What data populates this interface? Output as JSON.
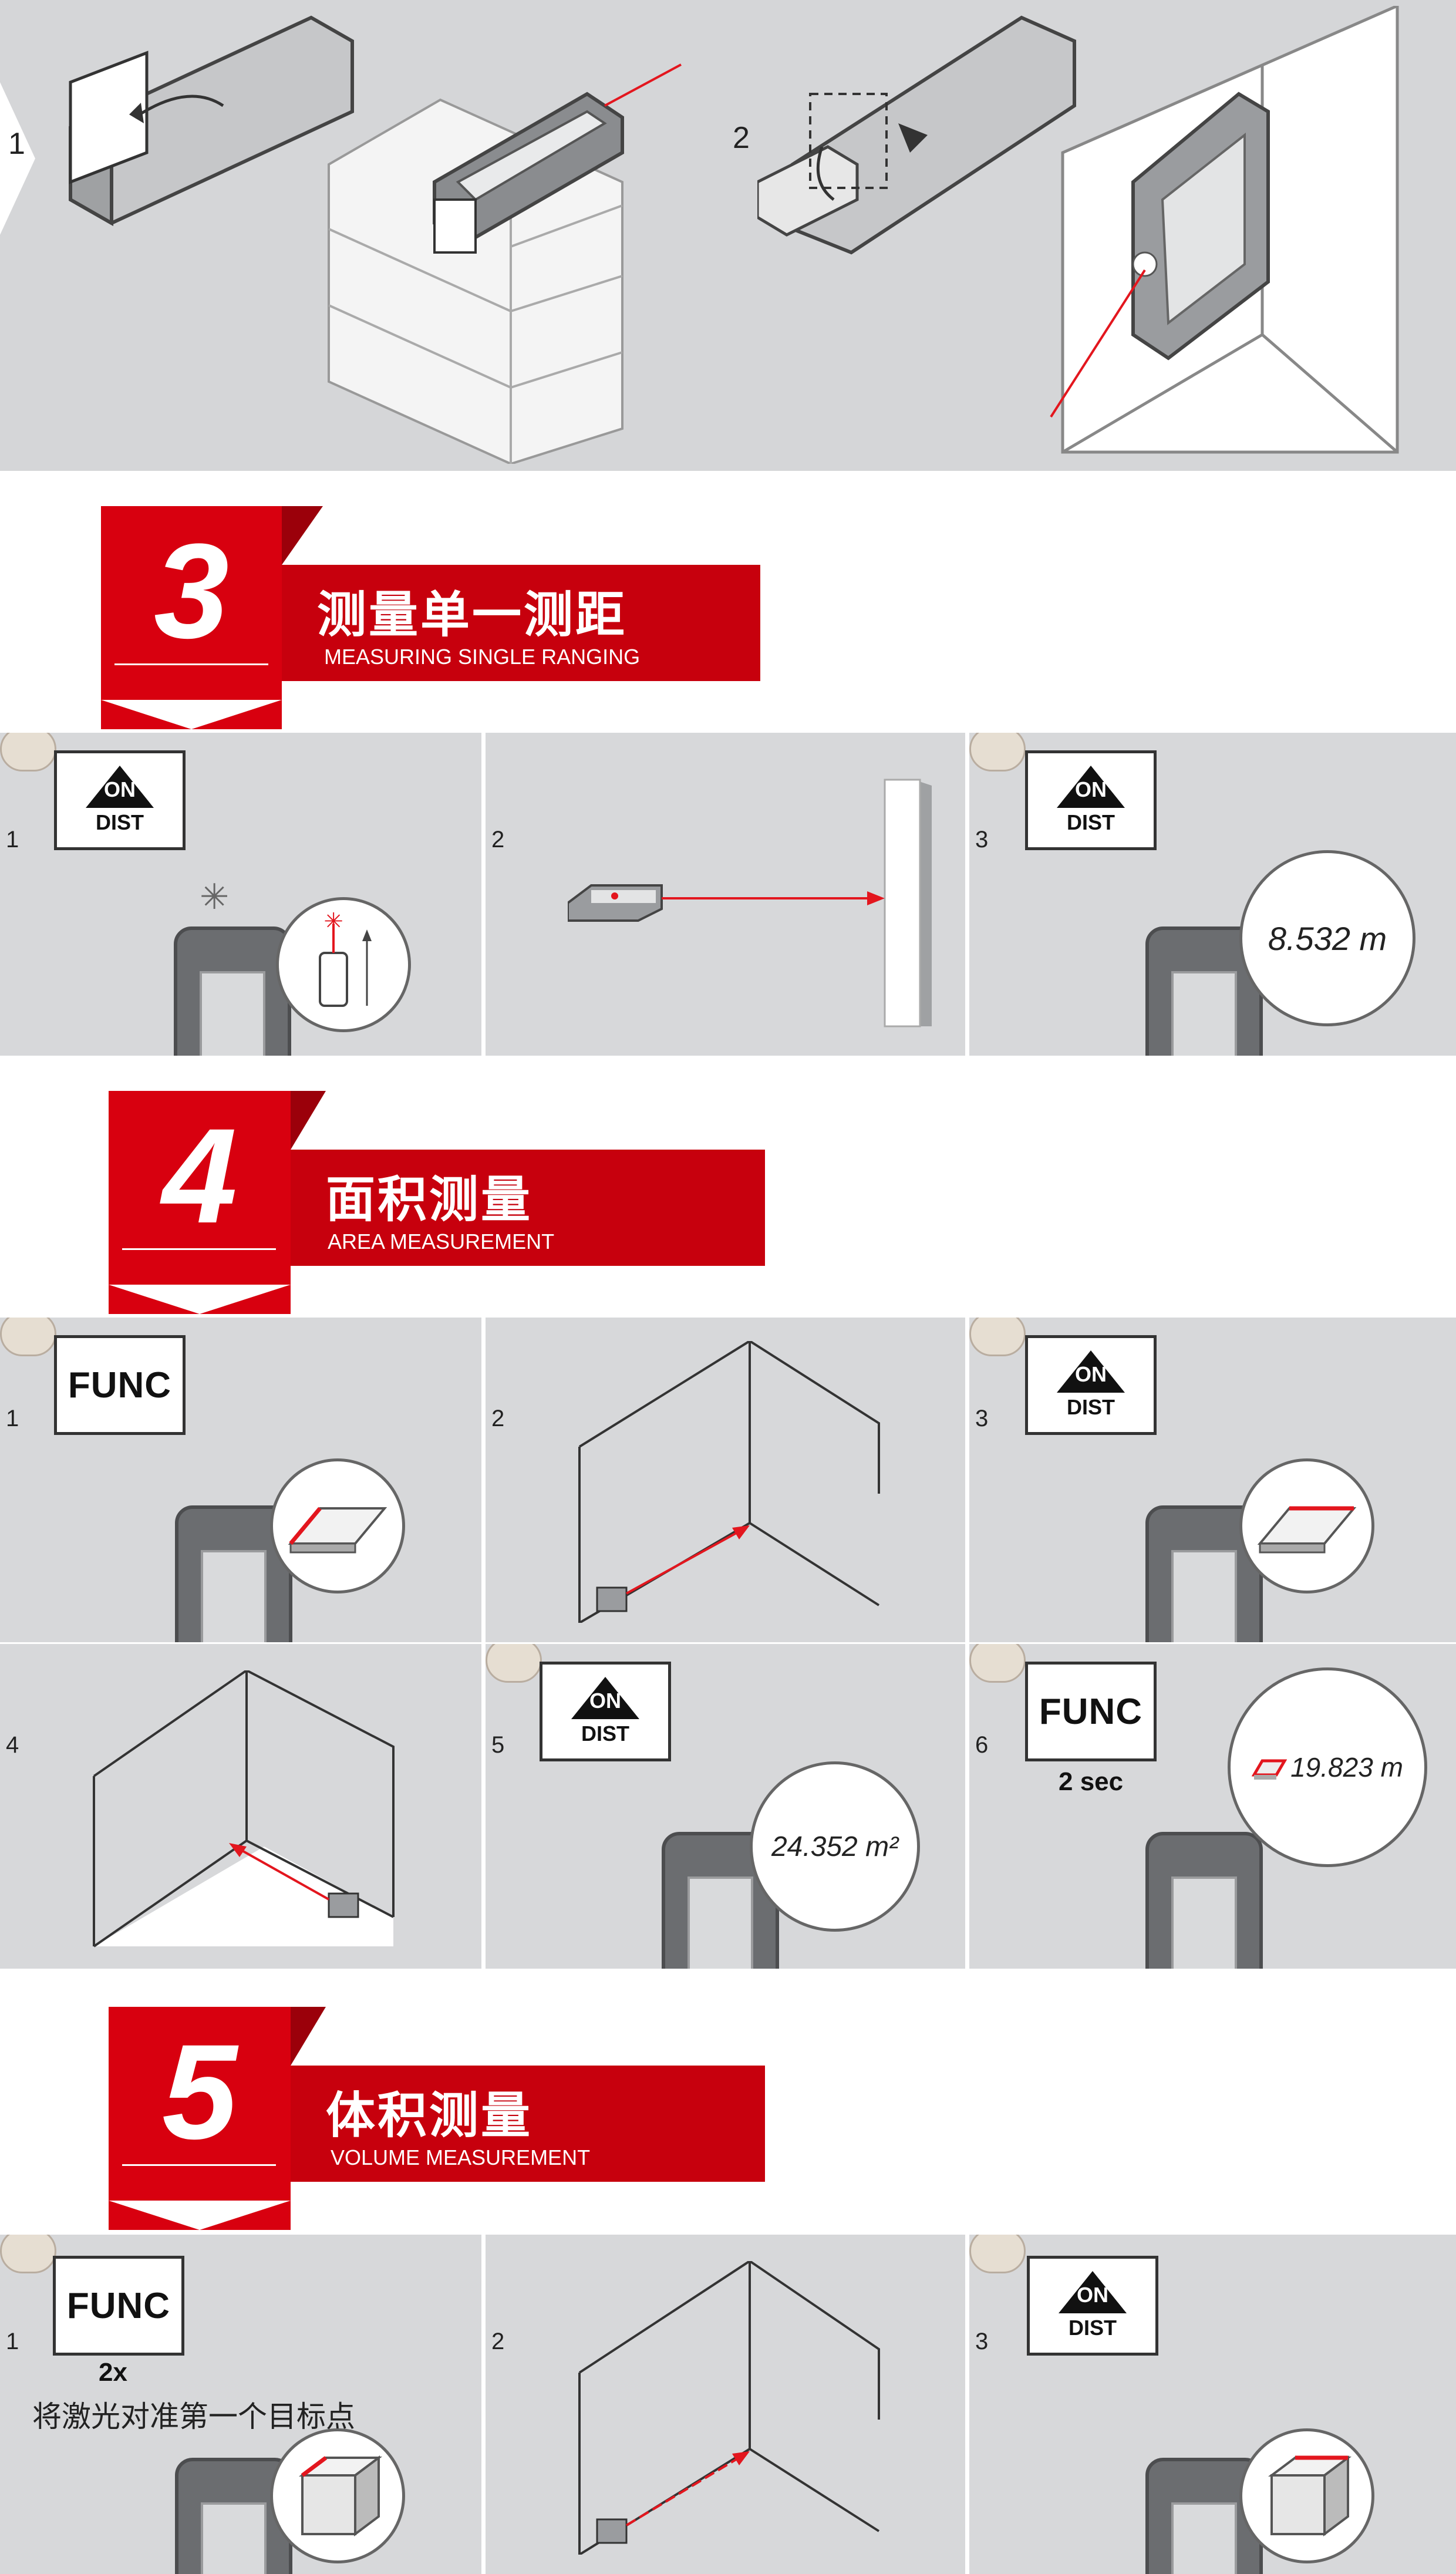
{
  "top_steps": [
    "1",
    "2"
  ],
  "sections": [
    {
      "num": "3",
      "title_cn": "测量单一测距",
      "title_en": "MEASURING SINGLE RANGING"
    },
    {
      "num": "4",
      "title_cn": "面积测量",
      "title_en": "AREA MEASUREMENT"
    },
    {
      "num": "5",
      "title_cn": "体积测量",
      "title_en": "VOLUME MEASUREMENT"
    }
  ],
  "buttons": {
    "on": "ON",
    "dist": "DIST",
    "func": "FUNC"
  },
  "s3_steps": [
    "1",
    "2",
    "3"
  ],
  "s3_reading": "8.532 m",
  "s4_steps": [
    "1",
    "2",
    "3",
    "4",
    "5",
    "6"
  ],
  "s4_reading_area": "24.352 m²",
  "s4_reading_perimeter": "19.823 m",
  "s4_hold": "2 sec",
  "s5_steps": [
    "1",
    "2",
    "3"
  ],
  "s5_press_count": "2x",
  "s5_note": "将激光对准第一个目标点",
  "colors": {
    "accent": "#d8000f",
    "laser": "#e3161e",
    "panel": "#d7d8da"
  }
}
